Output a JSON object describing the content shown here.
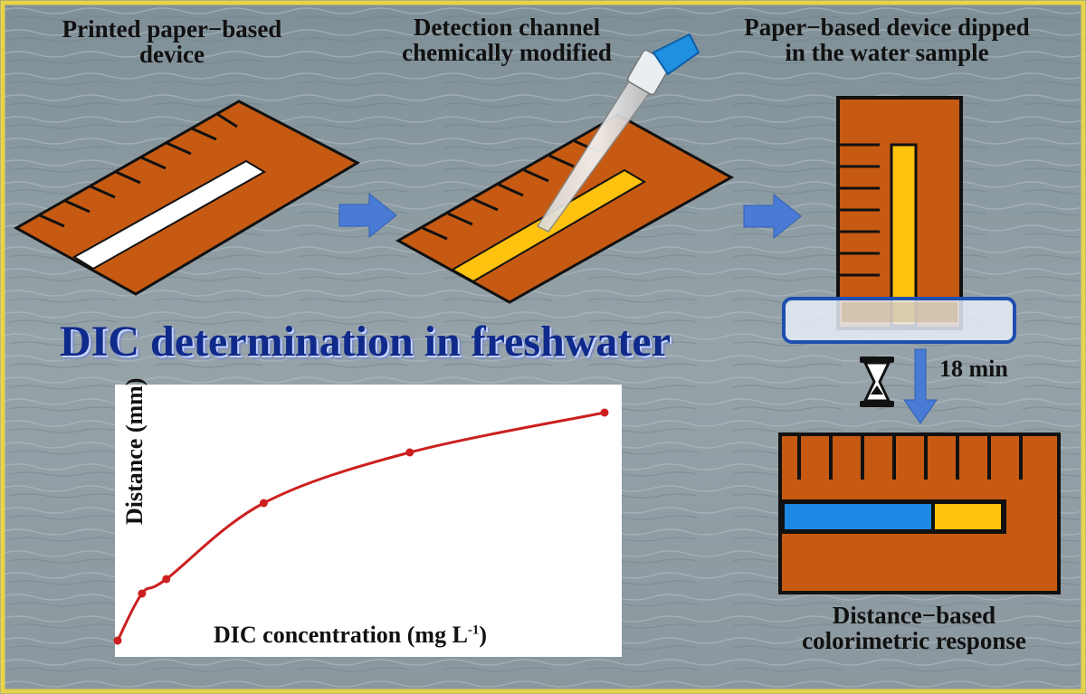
{
  "title": "DIC determination in freshwater",
  "steps": {
    "step1": [
      "Printed paper−based",
      "device"
    ],
    "step2": [
      "Detection channel",
      "chemically modified"
    ],
    "step3": [
      "Paper−based device dipped",
      "in the water sample"
    ],
    "result": [
      "Distance−based",
      "colorimetric response"
    ]
  },
  "time_label": "18 min",
  "icons": [
    "arrow-right-icon",
    "arrow-down-icon",
    "hourglass-icon",
    "pipette-icon"
  ],
  "colors": {
    "paper": "#c65a12",
    "channel_blank": "#ffffff",
    "channel_reagent": "#ffc20e",
    "response_blue": "#1e88e5",
    "arrow": "#4a7bd4",
    "title": "#0f2a8a",
    "curve": "#cc1f1f"
  },
  "chart_data": {
    "type": "line",
    "title": "",
    "xlabel": "DIC concentration (mg L",
    "xlabel_sup": "-1",
    "xlabel_end": ")",
    "ylabel": "Distance (mm)",
    "x": [
      0,
      5,
      10,
      30,
      60,
      100
    ],
    "series": [
      {
        "values": [
          2,
          15,
          19,
          40,
          54,
          65
        ]
      }
    ],
    "xlim": [
      0,
      100
    ],
    "ylim": [
      0,
      70
    ],
    "grid": false
  }
}
